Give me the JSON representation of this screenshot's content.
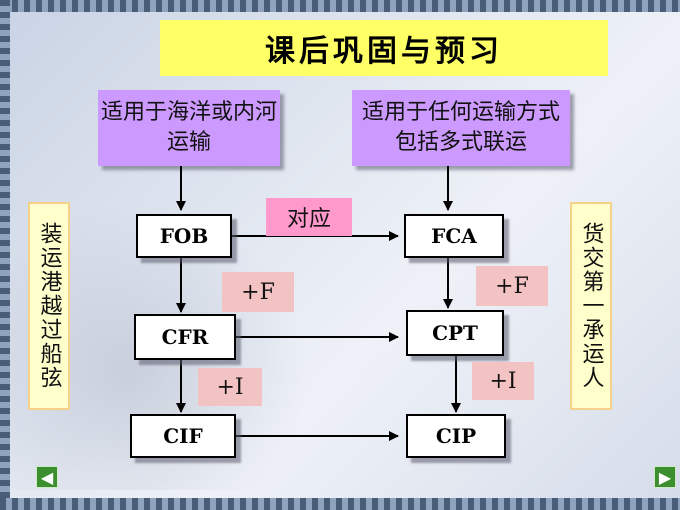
{
  "title": "课后巩固与预习",
  "desc_left": "适用于海洋或内河运输",
  "desc_right": "适用于任何运输方式包括多式联运",
  "side_left": "装运港越过船弦",
  "side_right": "货交第一承运人",
  "nodes": {
    "fob": "FOB",
    "cfr": "CFR",
    "cif": "CIF",
    "fca": "FCA",
    "cpt": "CPT",
    "cip": "CIP"
  },
  "labels": {
    "correspond": "对应",
    "plus_f_left": "+F",
    "plus_i_left": "+I",
    "plus_f_right": "+F",
    "plus_i_right": "+I"
  },
  "nav": {
    "prev_icon": "arrow-left-icon",
    "next_icon": "arrow-right-icon"
  }
}
